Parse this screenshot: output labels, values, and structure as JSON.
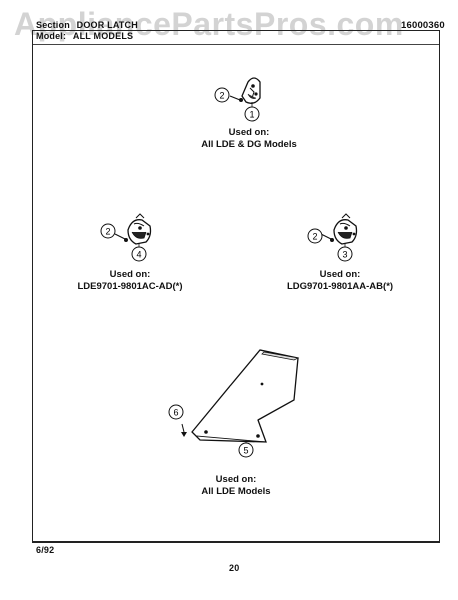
{
  "watermark": "AppliancePartsPros.com",
  "header": {
    "section_label": "Section",
    "section_name": "DOOR LATCH",
    "model_label": "Model:",
    "model_value": "ALL MODELS",
    "doc_number": "16000360"
  },
  "parts": [
    {
      "callouts": [
        "2",
        "1"
      ],
      "caption_line1": "Used on:",
      "caption_line2": "All LDE & DG Models"
    },
    {
      "callouts": [
        "2",
        "4"
      ],
      "caption_line1": "Used on:",
      "caption_line2": "LDE9701-9801AC-AD(*)"
    },
    {
      "callouts": [
        "2",
        "3"
      ],
      "caption_line1": "Used on:",
      "caption_line2": "LDG9701-9801AA-AB(*)"
    },
    {
      "callouts": [
        "6",
        "5"
      ],
      "caption_line1": "Used on:",
      "caption_line2": "All LDE Models"
    }
  ],
  "footer": {
    "date": "6/92",
    "page_number": "20"
  }
}
